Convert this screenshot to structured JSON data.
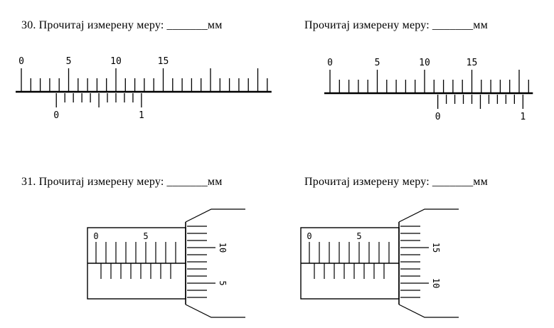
{
  "page": {
    "background": "#ffffff",
    "text_color": "#000000"
  },
  "prompts": {
    "q30_left": {
      "number": "30.",
      "text": "Прочитај измерену меру:",
      "blank": "_______",
      "unit": "мм"
    },
    "q30_right": {
      "text": "Прочитај измерену меру:",
      "blank": "_______",
      "unit": "мм"
    },
    "q31_left": {
      "number": "31.",
      "text": "Прочитај измерену меру:",
      "blank": "_______",
      "unit": "мм"
    },
    "q31_right": {
      "text": "Прочитај измерену меру:",
      "blank": "_______",
      "unit": "мм"
    }
  },
  "figures": {
    "caliper_30_left": {
      "type": "vernier_caliper",
      "main_scale_labels": [
        "0",
        "5",
        "10",
        "15"
      ],
      "main_scale_total_mm": 26,
      "vernier_labels": [
        "0",
        "1"
      ],
      "vernier_zero_position_mm": 3.7,
      "vernier_span_mm": 9,
      "vernier_divisions": 10
    },
    "caliper_30_right": {
      "type": "vernier_caliper",
      "main_scale_labels": [
        "0",
        "5",
        "10",
        "15"
      ],
      "main_scale_total_mm": 21,
      "vernier_labels": [
        "0",
        "1"
      ],
      "vernier_zero_position_mm": 11.4,
      "vernier_span_mm": 9,
      "vernier_divisions": 10
    },
    "micrometer_31_left": {
      "type": "micrometer",
      "sleeve_labels": [
        "0",
        "5"
      ],
      "sleeve_whole_ticks": 9,
      "sleeve_half_ticks": 8,
      "thimble_labels": [
        "10",
        "5"
      ],
      "thimble_ticks": 11
    },
    "micrometer_31_right": {
      "type": "micrometer",
      "sleeve_labels": [
        "0",
        "5"
      ],
      "sleeve_whole_ticks": 9,
      "sleeve_half_ticks": 8,
      "thimble_labels": [
        "15",
        "10"
      ],
      "thimble_ticks": 11
    }
  }
}
